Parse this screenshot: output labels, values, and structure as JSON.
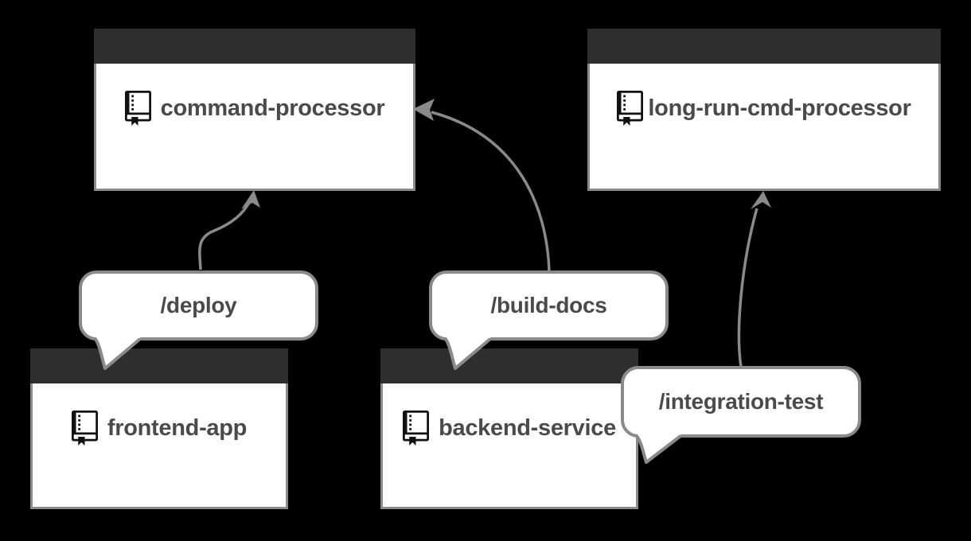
{
  "diagram": {
    "background": "#000000",
    "nodes": [
      {
        "label": "command-processor",
        "icon": "repo-book-icon"
      },
      {
        "label": "long-run-cmd-processor",
        "icon": "repo-book-icon"
      },
      {
        "label": "frontend-app",
        "icon": "repo-book-icon"
      },
      {
        "label": "backend-service",
        "icon": "repo-book-icon"
      }
    ],
    "command_bubbles": [
      {
        "label": "/deploy",
        "from": "frontend-app",
        "to": "command-processor"
      },
      {
        "label": "/build-docs",
        "from": "backend-service",
        "to": "command-processor"
      },
      {
        "label": "/integration-test",
        "from": "backend-service",
        "to": "long-run-cmd-processor"
      }
    ],
    "colors": {
      "node_header": "#2e2e2e",
      "node_fill": "#ffffff",
      "node_border": "#8a8a8a",
      "bubble_fill": "#ffffff",
      "bubble_border": "#8a8a8a",
      "arrow": "#8a8a8a",
      "text": "#4a4a4a",
      "icon": "#111111"
    }
  }
}
